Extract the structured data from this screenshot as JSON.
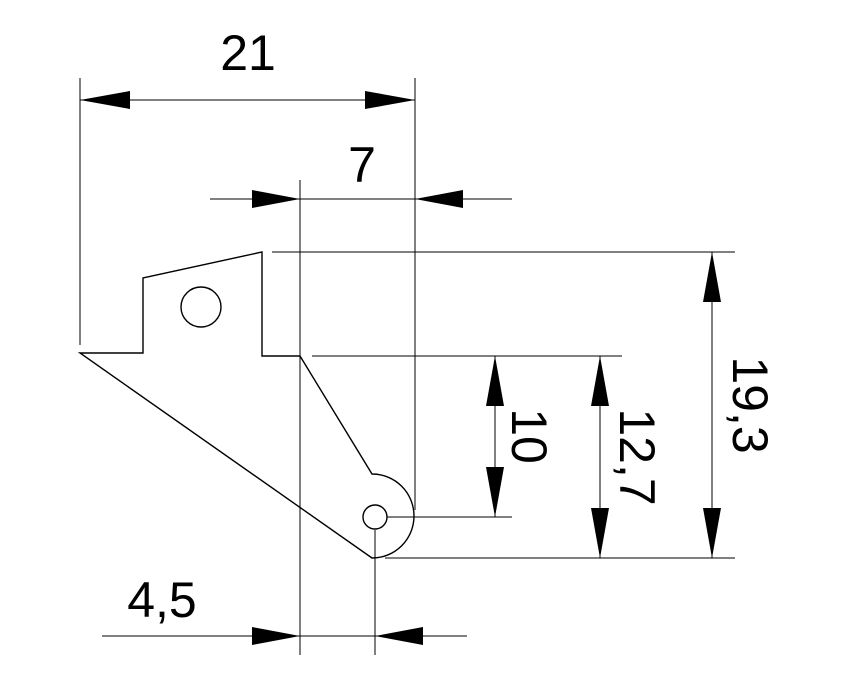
{
  "dimensions": {
    "overall_width": "21",
    "right_offset": "7",
    "overall_height": "19,3",
    "pin_height": "10",
    "step_height": "12,7",
    "bottom_offset": "4,5"
  },
  "colors": {
    "stroke": "#000000",
    "background": "#ffffff"
  }
}
